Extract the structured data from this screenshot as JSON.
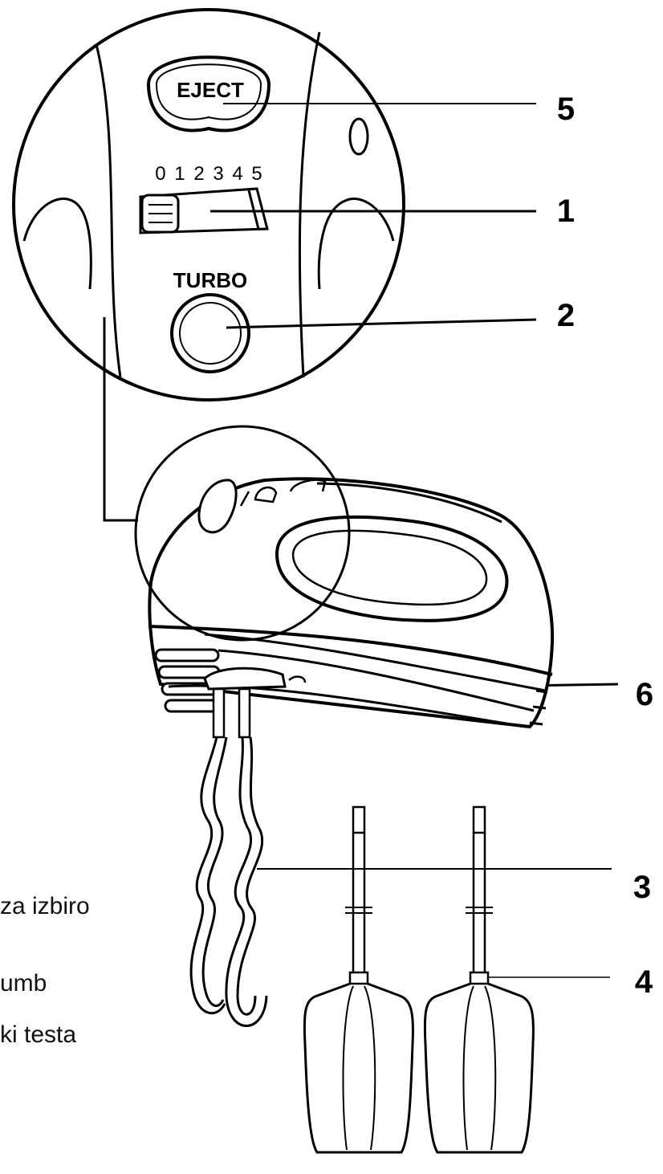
{
  "detail_panel": {
    "eject_label": "EJECT",
    "speed_scale": "0 1 2 3 4 5",
    "turbo_label": "TURBO"
  },
  "callouts": [
    {
      "number": "5",
      "part": "eject-button"
    },
    {
      "number": "1",
      "part": "speed-switch"
    },
    {
      "number": "2",
      "part": "turbo-button"
    },
    {
      "number": "6",
      "part": "motor-housing"
    },
    {
      "number": "3",
      "part": "dough-hook"
    },
    {
      "number": "4",
      "part": "beater"
    }
  ],
  "side_text": [
    "za izbiro",
    "umb",
    "ki testa"
  ]
}
